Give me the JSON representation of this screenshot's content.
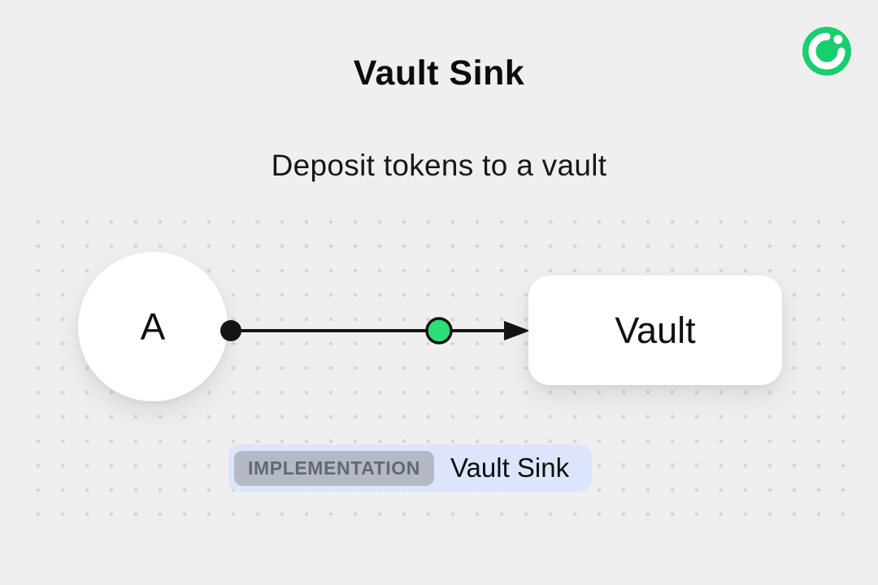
{
  "page": {
    "title": "Vault Sink",
    "subtitle": "Deposit tokens to a vault"
  },
  "logo": {
    "icon": "flow-logo",
    "background_color": "#17cf6f"
  },
  "diagram": {
    "source_node": {
      "label": "A"
    },
    "target_node": {
      "label": "Vault"
    },
    "connector": {
      "line_color": "#141414",
      "midpoint_color": "#2adf75"
    }
  },
  "badge": {
    "tag": "IMPLEMENTATION",
    "label": "Vault Sink",
    "background_color": "#dce5fb",
    "tag_background_color": "#b4b9c3",
    "tag_text_color": "#61687a"
  }
}
